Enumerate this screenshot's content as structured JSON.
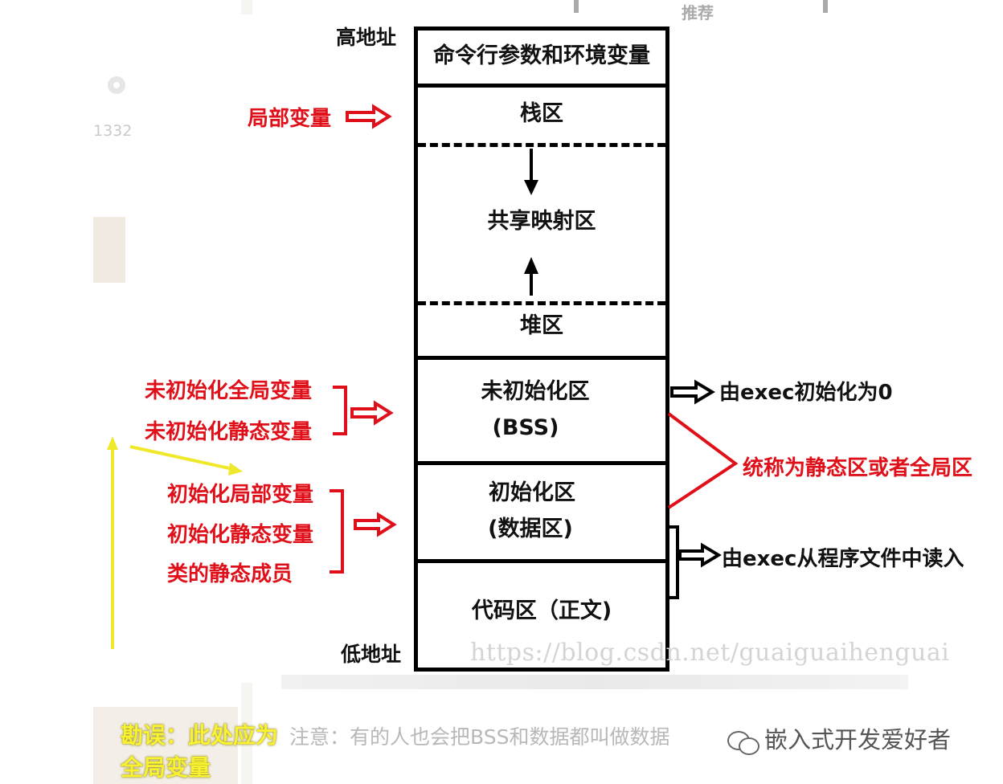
{
  "colors": {
    "red": "#e0101a",
    "yellow": "#f8f230",
    "black": "#000000",
    "faint": "#c9c9c9"
  },
  "background": {
    "top_fragment": "推荐",
    "left_count": "1332"
  },
  "address": {
    "high": "高地址",
    "low": "低地址"
  },
  "segments": {
    "args_env": "命令行参数和环境变量",
    "stack": "栈区",
    "mmap": "共享映射区",
    "heap": "堆区",
    "bss_line1": "未初始化区",
    "bss_line2": "(BSS)",
    "data_line1": "初始化区",
    "data_line2": "(数据区)",
    "text": "代码区（正文)"
  },
  "left_labels": {
    "local_var": "局部变量",
    "uninit_global": "未初始化全局变量",
    "uninit_static": "未初始化静态变量",
    "init_local": "初始化局部变量",
    "init_static": "初始化静态变量",
    "class_static": "类的静态成员"
  },
  "right_labels": {
    "bss_init": "由exec初始化为0",
    "static_global": "统称为静态区或者全局区",
    "exec_read": "由exec从程序文件中读入"
  },
  "watermark": "https://blog.csdn.net/guaiguaihenguai",
  "erratum": {
    "line1": "勘误：此处应为",
    "line2": "全局变量"
  },
  "note": "注意：有的人也会把BSS和数据都叫做数据",
  "wechat_account": "嵌入式开发爱好者"
}
